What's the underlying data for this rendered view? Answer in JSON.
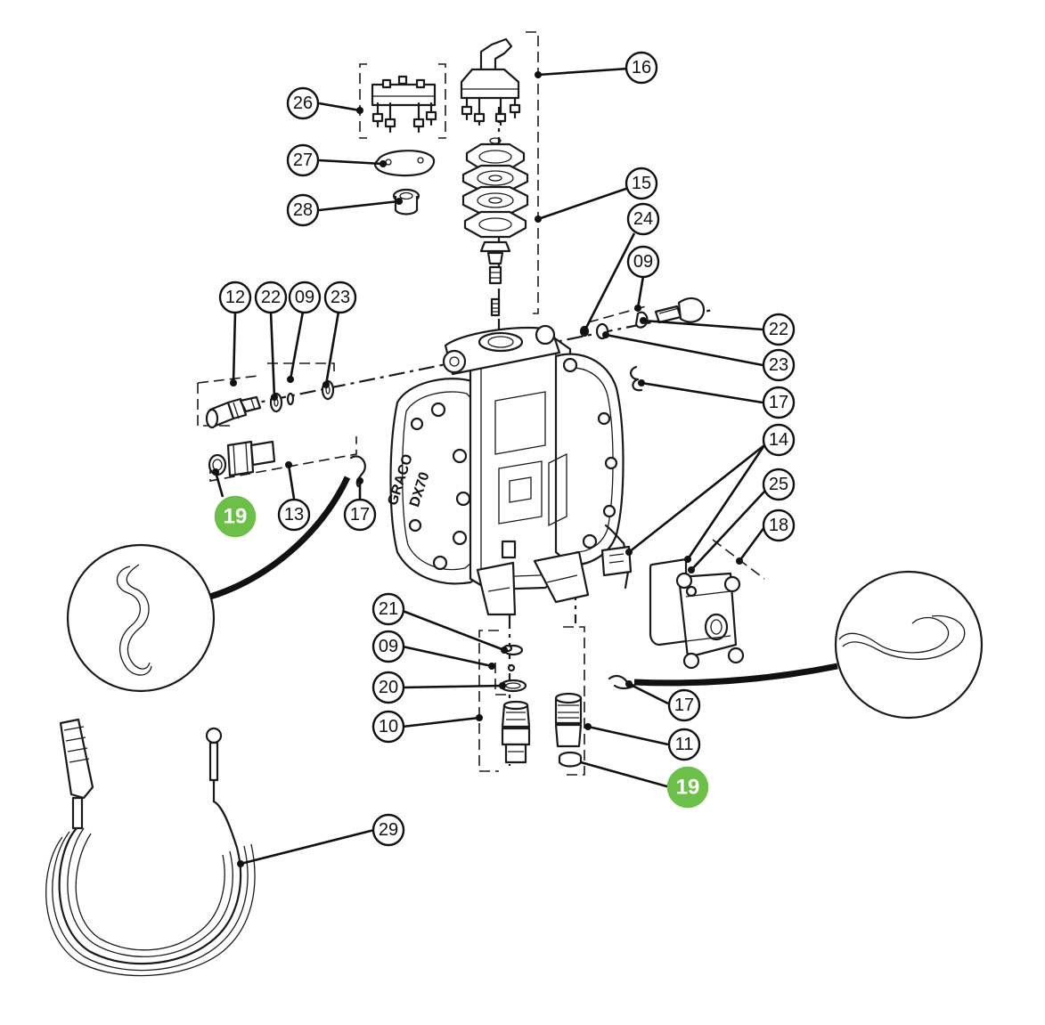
{
  "diagram": {
    "pump_label": {
      "brand": "GRACO",
      "model": "DX70"
    },
    "callouts": [
      {
        "id": "c16",
        "label": "16",
        "highlight": false
      },
      {
        "id": "c26",
        "label": "26",
        "highlight": false
      },
      {
        "id": "c27",
        "label": "27",
        "highlight": false
      },
      {
        "id": "c15",
        "label": "15",
        "highlight": false
      },
      {
        "id": "c28",
        "label": "28",
        "highlight": false
      },
      {
        "id": "c24",
        "label": "24",
        "highlight": false
      },
      {
        "id": "c09a",
        "label": "09",
        "highlight": false
      },
      {
        "id": "c12",
        "label": "12",
        "highlight": false
      },
      {
        "id": "c22a",
        "label": "22",
        "highlight": false
      },
      {
        "id": "c09b",
        "label": "09",
        "highlight": false
      },
      {
        "id": "c23a",
        "label": "23",
        "highlight": false
      },
      {
        "id": "c22b",
        "label": "22",
        "highlight": false
      },
      {
        "id": "c23b",
        "label": "23",
        "highlight": false
      },
      {
        "id": "c17a",
        "label": "17",
        "highlight": false
      },
      {
        "id": "c14",
        "label": "14",
        "highlight": false
      },
      {
        "id": "c25",
        "label": "25",
        "highlight": false
      },
      {
        "id": "c18",
        "label": "18",
        "highlight": false
      },
      {
        "id": "c19a",
        "label": "19",
        "highlight": true
      },
      {
        "id": "c13",
        "label": "13",
        "highlight": false
      },
      {
        "id": "c17b",
        "label": "17",
        "highlight": false
      },
      {
        "id": "c21",
        "label": "21",
        "highlight": false
      },
      {
        "id": "c09c",
        "label": "09",
        "highlight": false
      },
      {
        "id": "c20",
        "label": "20",
        "highlight": false
      },
      {
        "id": "c10",
        "label": "10",
        "highlight": false
      },
      {
        "id": "c17c",
        "label": "17",
        "highlight": false
      },
      {
        "id": "c11",
        "label": "11",
        "highlight": false
      },
      {
        "id": "c19b",
        "label": "19",
        "highlight": true
      },
      {
        "id": "c29",
        "label": "29",
        "highlight": false
      }
    ],
    "colors": {
      "line": "#1a1a1a",
      "highlight": "#6cc04a",
      "background": "#ffffff"
    }
  }
}
